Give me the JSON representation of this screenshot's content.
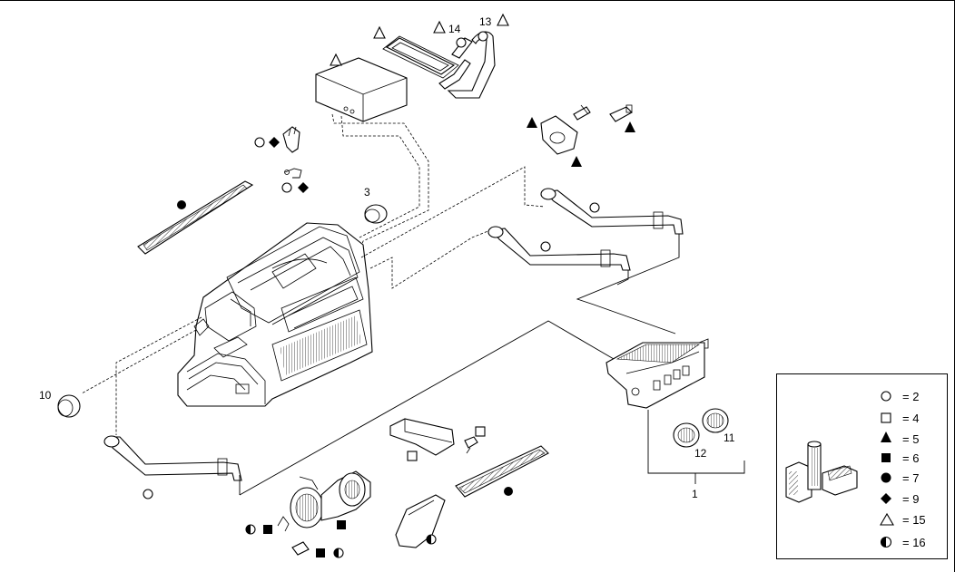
{
  "callouts": {
    "c1": "1",
    "c3": "3",
    "c10": "10",
    "c11": "11",
    "c12": "12",
    "c13": "13",
    "c14": "14"
  },
  "legend": {
    "rows": [
      {
        "symbol": "open-circle",
        "text": "= 2"
      },
      {
        "symbol": "open-square",
        "text": "= 4"
      },
      {
        "symbol": "filled-triangle",
        "text": "= 5"
      },
      {
        "symbol": "filled-square",
        "text": "= 6"
      },
      {
        "symbol": "filled-circle",
        "text": "= 7"
      },
      {
        "symbol": "filled-diamond",
        "text": "= 9"
      },
      {
        "symbol": "open-triangle",
        "text": "= 15"
      },
      {
        "symbol": "half-circle",
        "text": "= 16"
      }
    ]
  }
}
